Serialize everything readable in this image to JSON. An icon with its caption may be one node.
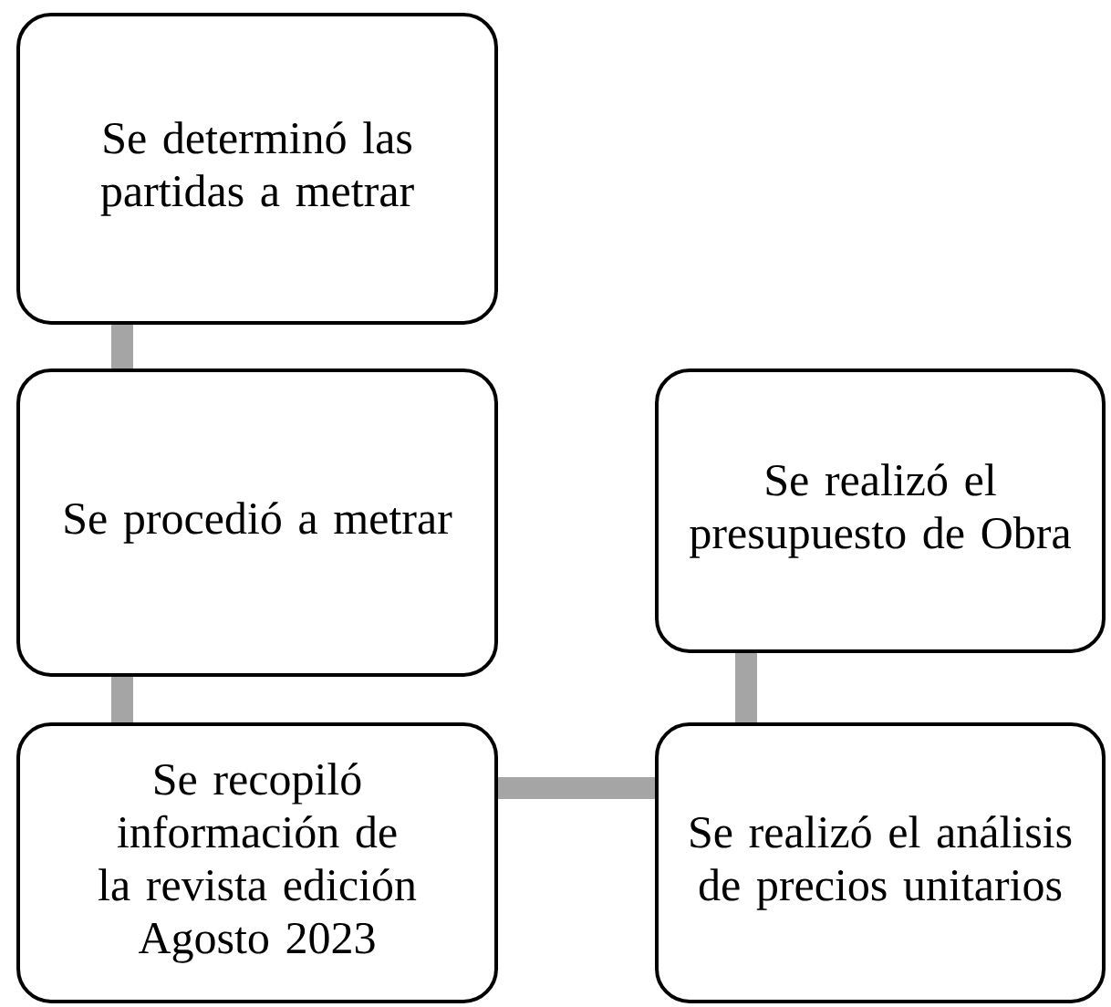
{
  "diagram": {
    "nodes": [
      {
        "text": [
          "Se determinó las partidas a metrar"
        ]
      },
      {
        "text": [
          "Se procedió a metrar"
        ]
      },
      {
        "text": [
          "Se realizó el presupuesto de Obra"
        ]
      },
      {
        "text": [
          "Se recopiló información de la revista edición Agosto 2023"
        ]
      },
      {
        "text": [
          "Se realizó el análisis de precios unitarios"
        ]
      }
    ],
    "edges": [
      {
        "from": 0,
        "to": 1,
        "arrow": "none"
      },
      {
        "from": 1,
        "to": 3,
        "arrow": "none"
      },
      {
        "from": 3,
        "to": 4,
        "arrow": "none"
      },
      {
        "from": 4,
        "to": 2,
        "arrow": "none"
      }
    ]
  }
}
